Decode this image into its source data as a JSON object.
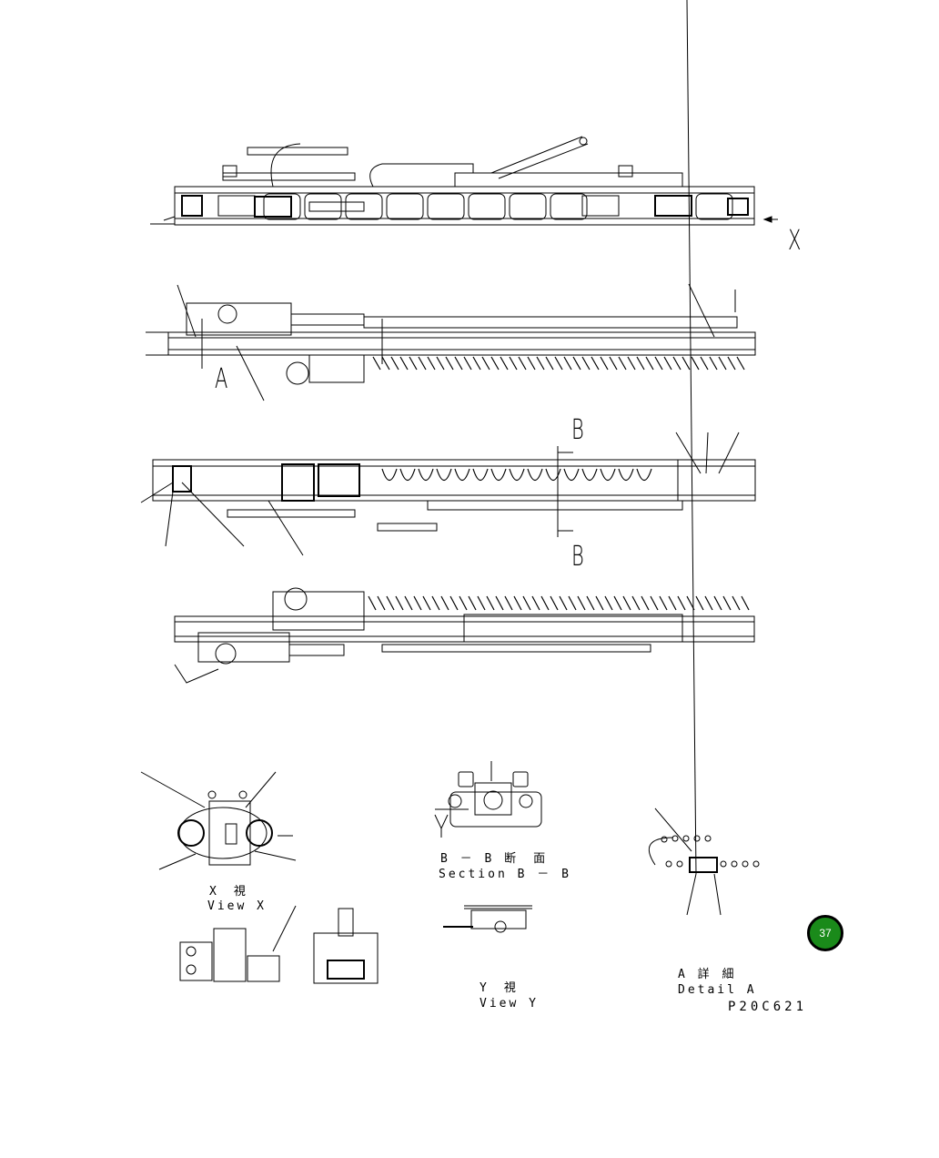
{
  "drawing": {
    "views": [
      {
        "id": "top-view",
        "label": ""
      },
      {
        "id": "side-view-1",
        "label": ""
      },
      {
        "id": "side-view-2",
        "label": ""
      },
      {
        "id": "side-view-3",
        "label": ""
      }
    ],
    "callouts": {
      "view_x_arrow": "X",
      "detail_a_marker": "A",
      "section_b_top": "B",
      "section_b_bottom": "B",
      "view_y_arrow": "Y"
    },
    "sub_views": {
      "view_x": {
        "jp": "X　視",
        "en": "View X"
      },
      "section_bb": {
        "jp": "B － B 断　面",
        "en": "Section B － B"
      },
      "view_y": {
        "jp": "Y　視",
        "en": "View Y"
      },
      "detail_a": {
        "jp": "A 詳 細",
        "en": "Detail A"
      }
    },
    "drawing_number": "P20C621",
    "page_badge": {
      "number": "37",
      "color": "#1a8a1a"
    }
  }
}
